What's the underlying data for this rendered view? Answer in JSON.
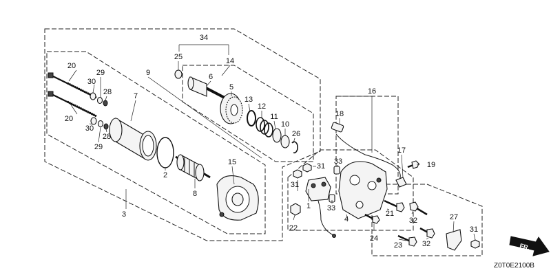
{
  "colors": {
    "ink": "#111111",
    "background": "#ffffff"
  },
  "diagram_code": "Z0T0E2100B",
  "direction_label": "FR.",
  "callouts": [
    {
      "key": "c34",
      "label": "34"
    },
    {
      "key": "c25",
      "label": "25"
    },
    {
      "key": "c14",
      "label": "14"
    },
    {
      "key": "c6",
      "label": "6"
    },
    {
      "key": "c5",
      "label": "5"
    },
    {
      "key": "c13",
      "label": "13"
    },
    {
      "key": "c12",
      "label": "12"
    },
    {
      "key": "c11",
      "label": "11"
    },
    {
      "key": "c10",
      "label": "10"
    },
    {
      "key": "c26",
      "label": "26"
    },
    {
      "key": "c9",
      "label": "9"
    },
    {
      "key": "c7",
      "label": "7"
    },
    {
      "key": "c20a",
      "label": "20"
    },
    {
      "key": "c29a",
      "label": "29"
    },
    {
      "key": "c30a",
      "label": "30"
    },
    {
      "key": "c28a",
      "label": "28"
    },
    {
      "key": "c20b",
      "label": "20"
    },
    {
      "key": "c30b",
      "label": "30"
    },
    {
      "key": "c28b",
      "label": "28"
    },
    {
      "key": "c29b",
      "label": "29"
    },
    {
      "key": "c2",
      "label": "2"
    },
    {
      "key": "c8",
      "label": "8"
    },
    {
      "key": "c15",
      "label": "15"
    },
    {
      "key": "c3",
      "label": "3"
    },
    {
      "key": "c16",
      "label": "16"
    },
    {
      "key": "c18",
      "label": "18"
    },
    {
      "key": "c17",
      "label": "17"
    },
    {
      "key": "c19",
      "label": "19"
    },
    {
      "key": "c33a",
      "label": "33"
    },
    {
      "key": "c31a",
      "label": "31"
    },
    {
      "key": "c31b",
      "label": "31"
    },
    {
      "key": "c1",
      "label": "1"
    },
    {
      "key": "c33b",
      "label": "33"
    },
    {
      "key": "c4",
      "label": "4"
    },
    {
      "key": "c22",
      "label": "22"
    },
    {
      "key": "c21",
      "label": "21"
    },
    {
      "key": "c24",
      "label": "24"
    },
    {
      "key": "c32a",
      "label": "32"
    },
    {
      "key": "c32b",
      "label": "32"
    },
    {
      "key": "c23",
      "label": "23"
    },
    {
      "key": "c27",
      "label": "27"
    },
    {
      "key": "c31c",
      "label": "31"
    }
  ]
}
